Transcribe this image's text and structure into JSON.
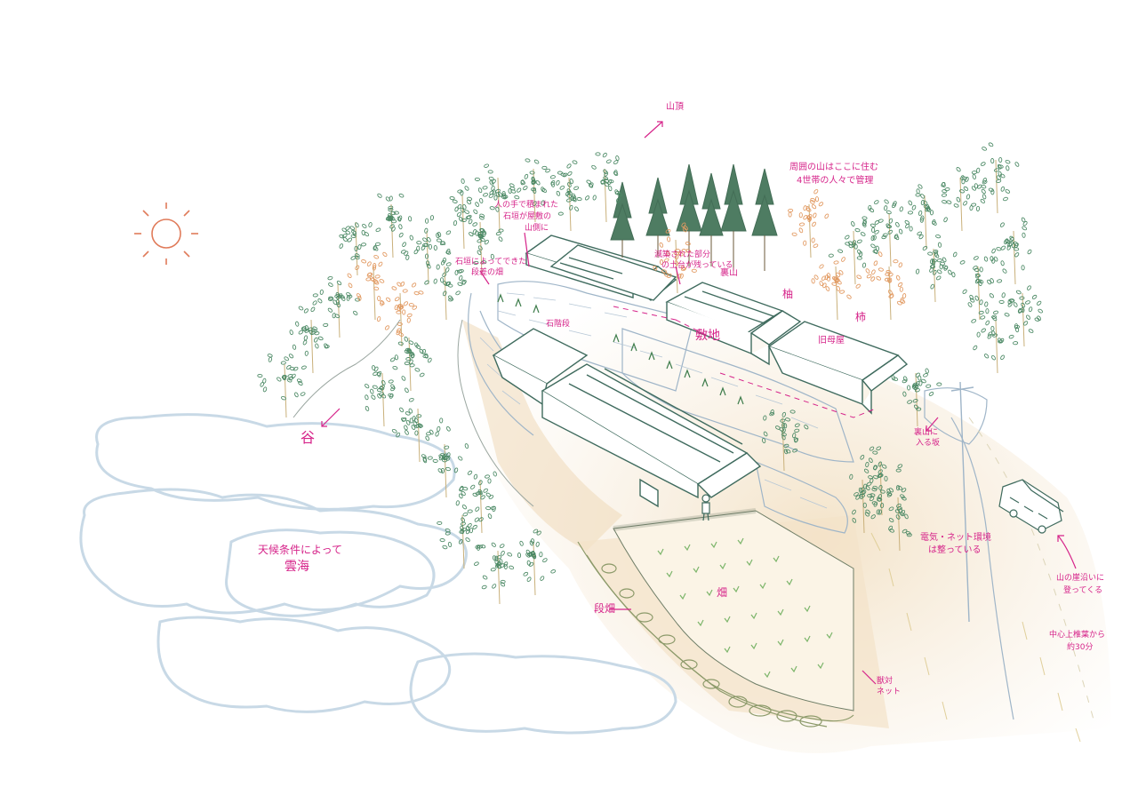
{
  "labels": {
    "summit": "山頂",
    "valley": "谷",
    "cloud_sea_line1": "天候条件によって",
    "cloud_sea_line2": "雲海",
    "stone_wall_note_1": "人の手で積まれた",
    "stone_wall_note_2": "石垣が屋敷の",
    "stone_wall_note_3": "山側に",
    "stone_wall_field_1": "石垣によってできた",
    "stone_wall_field_2": "段差の畑",
    "stone_steps": "石階段",
    "abandoned_1": "減築された部分",
    "abandoned_2": "の土台が残っている",
    "back_mountain": "裏山",
    "surrounding_1": "周囲の山はここに住む",
    "surrounding_2": "4世帯の人々で管理",
    "yuzu": "柚",
    "persimmon": "柿",
    "premises": "敷地",
    "outbuilding": "旧母屋",
    "entrance_1": "裏山に",
    "entrance_2": "入る坂",
    "utilities_1": "電気・ネット環境",
    "utilities_2": "は整っている",
    "road_1": "山の崖沿いに",
    "road_2": "登ってくる",
    "distance_1": "中心上椎葉から",
    "distance_2": "約30分",
    "terraced_field": "段畑",
    "field": "畑",
    "animal_net_1": "獣対",
    "animal_net_2": "ネット"
  },
  "colors": {
    "annotation": "#d6248a",
    "building_line": "#3f6b5e",
    "cloud": "#c8d9e6",
    "sun": "#e07b5a",
    "terrain": "#f0dcc0",
    "stone": "#9fb5c8",
    "tree_green": "#4d8a66",
    "tree_orange": "#e29a62"
  }
}
